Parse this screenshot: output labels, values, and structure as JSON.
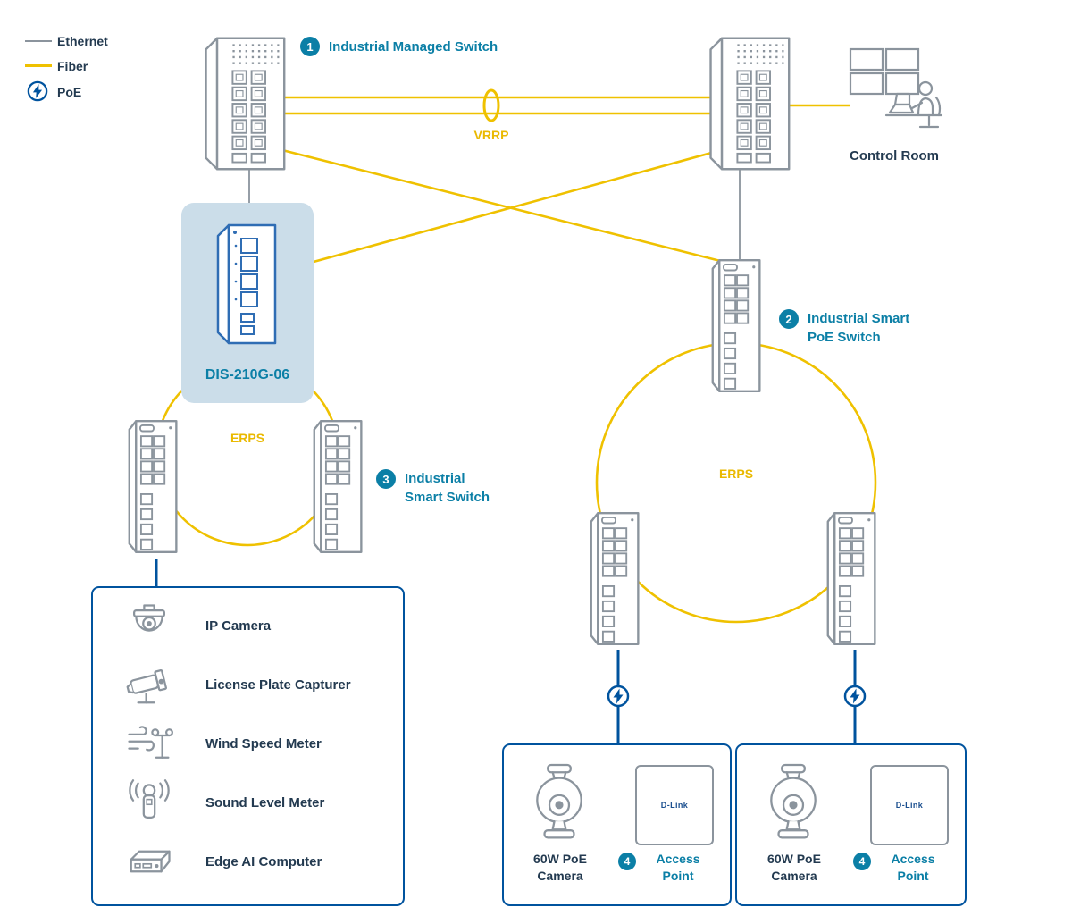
{
  "colors": {
    "teal_accent": "#0b7fa6",
    "fiber_yellow": "#efc100",
    "poe_blue": "#00539e",
    "device_gray": "#8b949d",
    "text_dark": "#233a50",
    "dis_blue": "#2f6db4",
    "highlight_bg": "#cbdde9"
  },
  "legend": {
    "items": [
      {
        "icon": "ethernet-line",
        "label": "Ethernet"
      },
      {
        "icon": "fiber-line",
        "label": "Fiber"
      },
      {
        "icon": "poe-badge",
        "label": "PoE"
      }
    ]
  },
  "nodes": {
    "managed_switch": {
      "num": "1",
      "label": "Industrial Managed Switch"
    },
    "smart_poe_switch": {
      "num": "2",
      "label_line1": "Industrial Smart",
      "label_line2": "PoE Switch"
    },
    "smart_switch": {
      "num": "3",
      "label_line1": "Industrial",
      "label_line2": "Smart Switch"
    },
    "access_point": {
      "num": "4",
      "label_line1": "Access",
      "label_line2": "Point"
    },
    "control_room": "Control Room",
    "dis_switch": "DIS-210G-06",
    "poe_camera_line1": "60W PoE",
    "poe_camera_line2": "Camera",
    "ap_logo": "D-Link"
  },
  "links": {
    "vrrp": "VRRP",
    "erps_left": "ERPS",
    "erps_right": "ERPS"
  },
  "device_list": [
    {
      "icon": "ip-camera-icon",
      "label": "IP Camera"
    },
    {
      "icon": "license-plate-capturer-icon",
      "label": "License Plate Capturer"
    },
    {
      "icon": "wind-speed-meter-icon",
      "label": "Wind Speed Meter"
    },
    {
      "icon": "sound-level-meter-icon",
      "label": "Sound Level Meter"
    },
    {
      "icon": "edge-ai-computer-icon",
      "label": "Edge AI Computer"
    }
  ]
}
